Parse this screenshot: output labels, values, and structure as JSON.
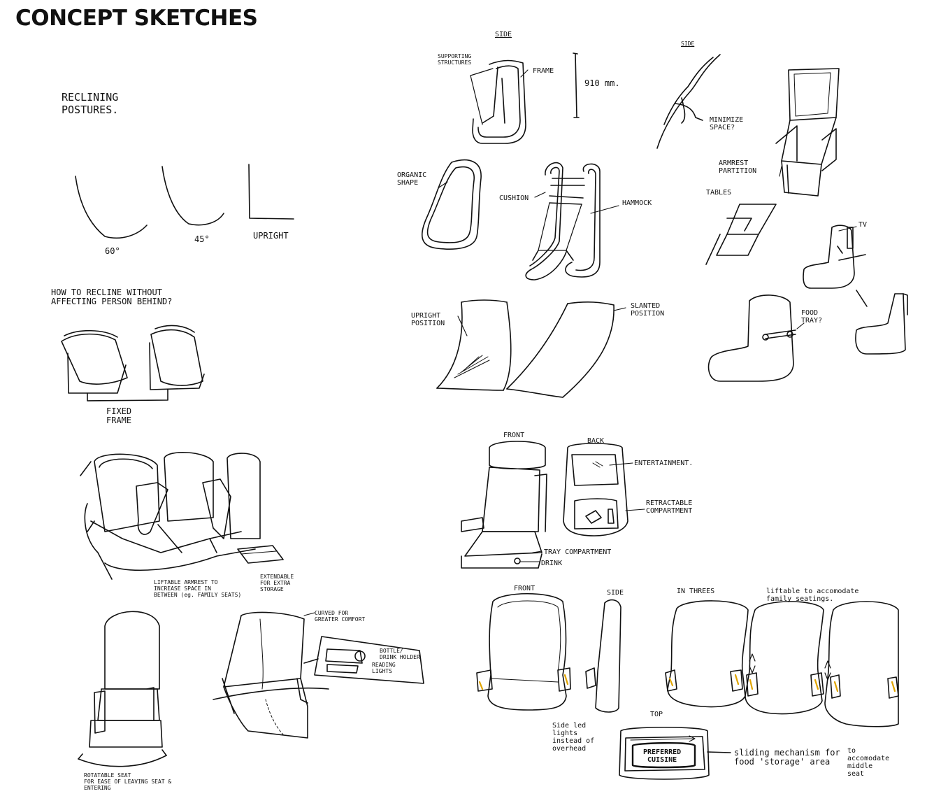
{
  "page": {
    "title": "CONCEPT SKETCHES"
  },
  "reclining": {
    "heading": "RECLINING\nPOSTURES.",
    "angle_60": "60°",
    "angle_45": "45°",
    "upright": "UPRIGHT",
    "question": "HOW TO RECLINE WITHOUT\nAFFECTING PERSON BEHIND?",
    "fixed_frame": "FIXED\nFRAME"
  },
  "frame": {
    "side": "SIDE",
    "supporting": "SUPPORTING\nSTRUCTURES",
    "frame": "FRAME",
    "height": "910 mm."
  },
  "side2": {
    "side": "SIDE",
    "minimize": "MINIMIZE\nSPACE?"
  },
  "armrest": {
    "partition": "ARMREST\nPARTITION",
    "tables": "TABLES"
  },
  "organic": {
    "shape": "ORGANIC\nSHAPE",
    "cushion": "CUSHION",
    "hammock": "HAMMOCK"
  },
  "tv": {
    "label": "TV"
  },
  "positions": {
    "upright": "UPRIGHT\nPOSITION",
    "slanted": "SLANTED\nPOSITION"
  },
  "food": {
    "tray": "FOOD\nTRAY?"
  },
  "row": {
    "liftable": "LIFTABLE ARMREST TO\nINCREASE SPACE IN\nBETWEEN (eg. FAMILY SEATS)",
    "extendable": "EXTENDABLE\nFOR EXTRA\nSTORAGE"
  },
  "frontback": {
    "front": "FRONT",
    "back": "BACK",
    "entertainment": "ENTERTAINMENT.",
    "retractable": "RETRACTABLE\nCOMPARTMENT",
    "tray": "TRAY COMPARTMENT",
    "drink": "DRINK"
  },
  "rotatable": {
    "label": "ROTATABLE SEAT\nFOR EASE OF LEAVING SEAT &\nENTERING"
  },
  "curved": {
    "label": "CURVED FOR\nGREATER COMFORT",
    "bottle": "BOTTLE/\nDRINK HOLDER",
    "reading": "READING\nLIGHTS"
  },
  "final": {
    "front": "FRONT",
    "side": "SIDE",
    "threes": "IN THREES",
    "liftable": "liftable to accomodate\nfamily seatings.",
    "led": "Side led\nlights\ninstead of\noverhead",
    "top": "TOP",
    "preferred": "PREFERRED\nCUISINE",
    "sliding": "sliding mechanism for\nfood 'storage' area",
    "middle": "to\naccomodate\nmiddle\nseat"
  }
}
